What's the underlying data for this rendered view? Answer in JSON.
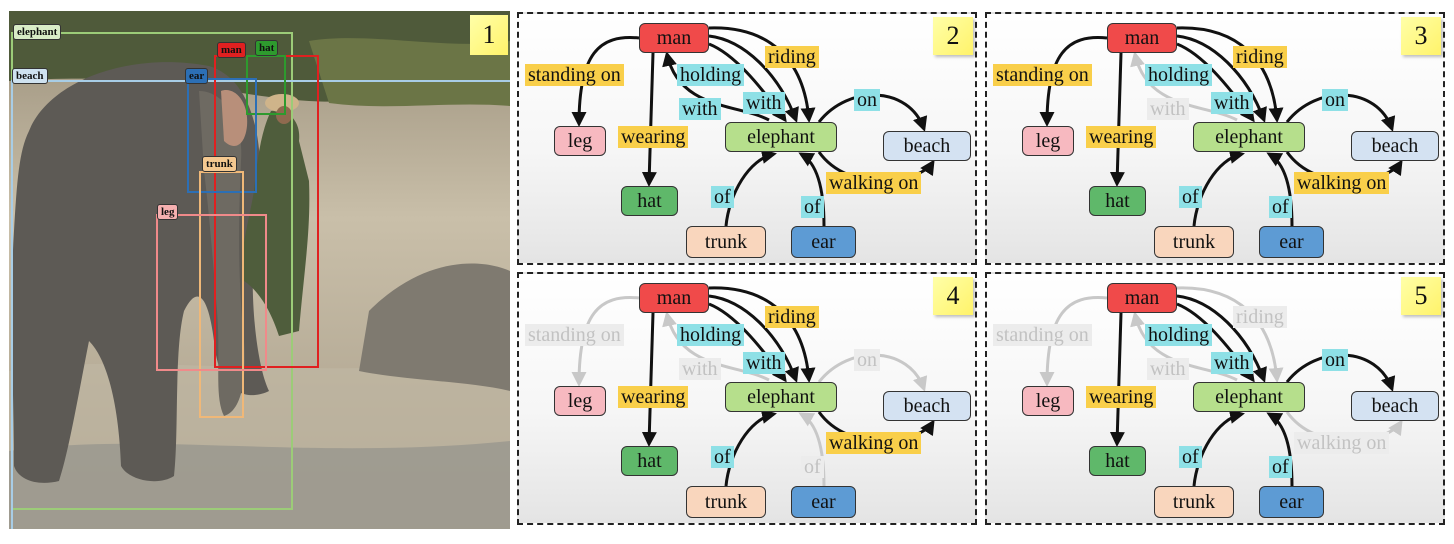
{
  "panel_numbers": [
    "1",
    "2",
    "3",
    "4",
    "5"
  ],
  "photo": {
    "boxes": [
      {
        "label": "elephant",
        "color": "#9ccc78"
      },
      {
        "label": "beach",
        "color": "#a8cde6"
      },
      {
        "label": "man",
        "color": "#e02020"
      },
      {
        "label": "hat",
        "color": "#2e9a2e"
      },
      {
        "label": "ear",
        "color": "#2c6fb5"
      },
      {
        "label": "trunk",
        "color": "#f0b878"
      },
      {
        "label": "leg",
        "color": "#f08a8a"
      }
    ]
  },
  "nodes": {
    "man": {
      "label": "man",
      "color": "#f04a4a"
    },
    "leg": {
      "label": "leg",
      "color": "#f7b9c0"
    },
    "hat": {
      "label": "hat",
      "color": "#5fb86a"
    },
    "elephant": {
      "label": "elephant",
      "color": "#b6df8c"
    },
    "beach": {
      "label": "beach",
      "color": "#d4e2f2"
    },
    "trunk": {
      "label": "trunk",
      "color": "#f9d6bd"
    },
    "ear": {
      "label": "ear",
      "color": "#5d9bd4"
    }
  },
  "relations": {
    "standing_on": "standing on",
    "holding": "holding",
    "riding": "riding",
    "with1": "with",
    "with2": "with",
    "wearing": "wearing",
    "on": "on",
    "walking_on": "walking on",
    "of_trunk": "of",
    "of_ear": "of"
  },
  "panels": [
    {
      "number": "2",
      "inactive": []
    },
    {
      "number": "3",
      "inactive": [
        "with1"
      ]
    },
    {
      "number": "4",
      "inactive": [
        "standing_on",
        "with1",
        "on",
        "of_ear"
      ]
    },
    {
      "number": "5",
      "inactive": [
        "standing_on",
        "riding",
        "with1",
        "walking_on"
      ]
    }
  ]
}
